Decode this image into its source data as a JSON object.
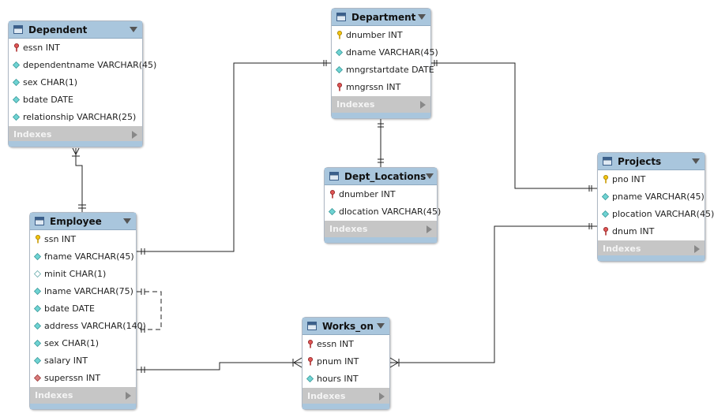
{
  "diagram": {
    "tables": [
      {
        "id": "dependent",
        "name": "Dependent",
        "indexes_label": "Indexes",
        "columns": [
          {
            "label": "essn INT",
            "icon": "red-key"
          },
          {
            "label": "dependentname VARCHAR(45)",
            "icon": "teal-diamond"
          },
          {
            "label": "sex CHAR(1)",
            "icon": "teal-diamond"
          },
          {
            "label": "bdate DATE",
            "icon": "teal-diamond"
          },
          {
            "label": "relationship VARCHAR(25)",
            "icon": "teal-diamond"
          }
        ]
      },
      {
        "id": "department",
        "name": "Department",
        "indexes_label": "Indexes",
        "columns": [
          {
            "label": "dnumber INT",
            "icon": "yellow-key"
          },
          {
            "label": "dname VARCHAR(45)",
            "icon": "teal-diamond"
          },
          {
            "label": "mngrstartdate DATE",
            "icon": "teal-diamond"
          },
          {
            "label": "mngrssn INT",
            "icon": "red-key"
          }
        ]
      },
      {
        "id": "dept_locations",
        "name": "Dept_Locations",
        "indexes_label": "Indexes",
        "columns": [
          {
            "label": "dnumber INT",
            "icon": "red-key"
          },
          {
            "label": "dlocation VARCHAR(45)",
            "icon": "teal-diamond"
          }
        ]
      },
      {
        "id": "projects",
        "name": "Projects",
        "indexes_label": "Indexes",
        "columns": [
          {
            "label": "pno INT",
            "icon": "yellow-key"
          },
          {
            "label": "pname VARCHAR(45)",
            "icon": "teal-diamond"
          },
          {
            "label": "plocation VARCHAR(45)",
            "icon": "teal-diamond"
          },
          {
            "label": "dnum INT",
            "icon": "red-key"
          }
        ]
      },
      {
        "id": "employee",
        "name": "Employee",
        "indexes_label": "Indexes",
        "columns": [
          {
            "label": "ssn INT",
            "icon": "yellow-key"
          },
          {
            "label": "fname VARCHAR(45)",
            "icon": "teal-diamond"
          },
          {
            "label": "minit CHAR(1)",
            "icon": "white-diamond"
          },
          {
            "label": "lname VARCHAR(75)",
            "icon": "teal-diamond"
          },
          {
            "label": "bdate DATE",
            "icon": "teal-diamond"
          },
          {
            "label": "address VARCHAR(140)",
            "icon": "teal-diamond"
          },
          {
            "label": "sex CHAR(1)",
            "icon": "teal-diamond"
          },
          {
            "label": "salary INT",
            "icon": "teal-diamond"
          },
          {
            "label": "superssn INT",
            "icon": "red-diamond"
          }
        ]
      },
      {
        "id": "works_on",
        "name": "Works_on",
        "indexes_label": "Indexes",
        "columns": [
          {
            "label": "essn INT",
            "icon": "red-key"
          },
          {
            "label": "pnum INT",
            "icon": "red-key"
          },
          {
            "label": "hours INT",
            "icon": "teal-diamond"
          }
        ]
      }
    ],
    "relationships": [
      {
        "from": "dependent",
        "to": "employee",
        "from_card": "many",
        "to_card": "one",
        "style": "solid"
      },
      {
        "from": "department",
        "to": "employee",
        "from_card": "one",
        "to_card": "one",
        "style": "solid"
      },
      {
        "from": "department",
        "to": "dept_locations",
        "from_card": "one",
        "to_card": "one",
        "style": "solid"
      },
      {
        "from": "department",
        "to": "projects",
        "from_card": "one",
        "to_card": "one",
        "style": "solid"
      },
      {
        "from": "employee",
        "to": "employee",
        "from_card": "one",
        "to_card": "one",
        "style": "dashed"
      },
      {
        "from": "employee",
        "to": "works_on",
        "from_card": "one",
        "to_card": "many",
        "style": "solid"
      },
      {
        "from": "projects",
        "to": "works_on",
        "from_card": "one",
        "to_card": "many",
        "style": "solid"
      }
    ]
  },
  "colors": {
    "header": "#a9c6dd",
    "indexes_bar": "#c6c6c6",
    "connector": "#222222",
    "key_yellow": "#f2c40f",
    "key_red": "#cc3b3b",
    "diamond_teal": "#5ec7c7",
    "diamond_red": "#d07070"
  }
}
